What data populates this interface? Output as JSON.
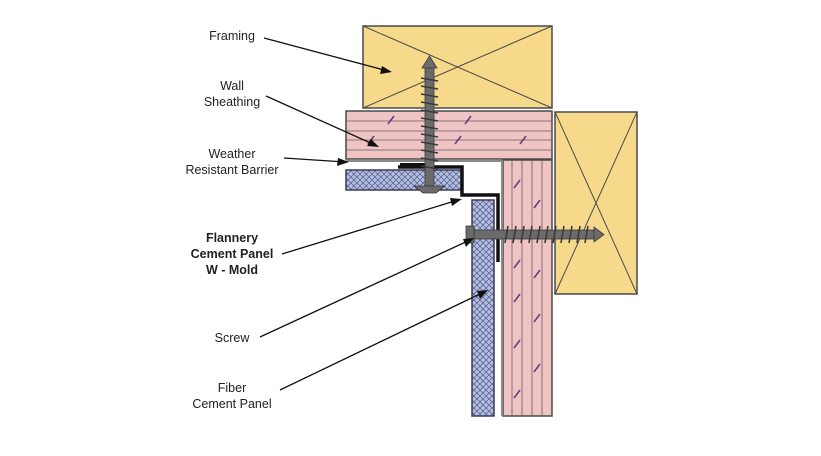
{
  "labels": {
    "framing": "Framing",
    "wall_sheathing": [
      "Wall",
      "Sheathing"
    ],
    "weather_barrier": [
      "Weather",
      "Resistant Barrier"
    ],
    "w_mold": [
      "Flannery",
      "Cement Panel",
      "W - Mold"
    ],
    "screw": "Screw",
    "fiber_cement_panel": [
      "Fiber",
      "Cement Panel"
    ]
  },
  "colors": {
    "framing": "#f7d98b",
    "sheathing": "#efc4c2",
    "fiber_cement": "#b6bee0",
    "screw": "#6b6b6b",
    "w_mold": "#111111",
    "outline": "#4a4a4a"
  }
}
